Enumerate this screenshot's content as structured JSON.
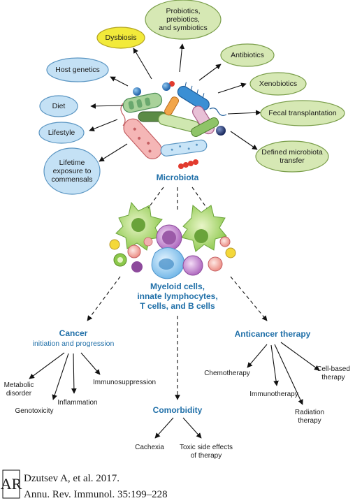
{
  "colors": {
    "blue_bubble": "#c4e1f5",
    "blue_bubble_stroke": "#5a95c2",
    "green_bubble": "#d6e8b4",
    "green_bubble_stroke": "#7a9e4a",
    "yellow_bubble": "#f2ea3a",
    "heading_blue": "#1f6fa8"
  },
  "microbiota": {
    "label": "Microbiota",
    "left_factors": [
      {
        "lines": [
          "Host genetics"
        ]
      },
      {
        "lines": [
          "Diet"
        ]
      },
      {
        "lines": [
          "Lifestyle"
        ]
      },
      {
        "lines": [
          "Lifetime",
          "exposure to",
          "commensals"
        ]
      }
    ],
    "dysbiosis": {
      "lines": [
        "Dysbiosis"
      ]
    },
    "right_interventions": [
      {
        "lines": [
          "Probiotics,",
          "prebiotics,",
          "and symbiotics"
        ]
      },
      {
        "lines": [
          "Antibiotics"
        ]
      },
      {
        "lines": [
          "Xenobiotics"
        ]
      },
      {
        "lines": [
          "Fecal transplantation"
        ]
      },
      {
        "lines": [
          "Defined microbiota",
          "transfer"
        ]
      }
    ]
  },
  "immune": {
    "lines": [
      "Myeloid cells,",
      "innate lymphocytes,",
      "T cells, and B cells"
    ]
  },
  "cancer": {
    "title": "Cancer",
    "subtitle": "initiation and progression",
    "outcomes": [
      {
        "lines": [
          "Metabolic",
          "disorder"
        ]
      },
      {
        "lines": [
          "Genotoxicity"
        ]
      },
      {
        "lines": [
          "Inflammation"
        ]
      },
      {
        "lines": [
          "Immunosuppression"
        ]
      }
    ]
  },
  "therapy": {
    "title": "Anticancer therapy",
    "types": [
      {
        "lines": [
          "Chemotherapy"
        ]
      },
      {
        "lines": [
          "Immunotherapy"
        ]
      },
      {
        "lines": [
          "Radiation",
          "therapy"
        ]
      },
      {
        "lines": [
          "Cell-based",
          "therapy"
        ]
      }
    ]
  },
  "comorbidity": {
    "title": "Comorbidity",
    "items": [
      {
        "lines": [
          "Cachexia"
        ]
      },
      {
        "lines": [
          "Toxic side effects",
          "of therapy"
        ]
      }
    ]
  },
  "citation": {
    "logo_text": "AR",
    "line1": "Dzutsev A, et al. 2017.",
    "line2": "Annu. Rev. Immunol. 35:199–228"
  }
}
